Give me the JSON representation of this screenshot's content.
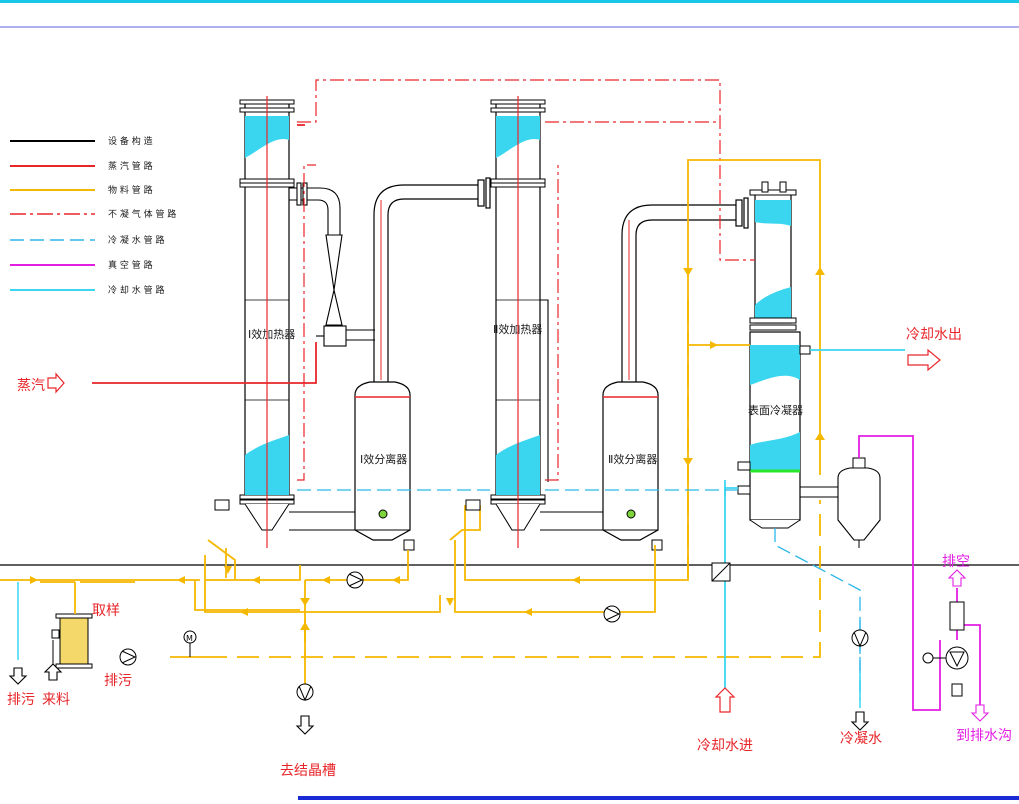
{
  "legend": [
    {
      "label": "设 备 构 造",
      "color": "#000000",
      "style": "solid"
    },
    {
      "label": "蒸 汽 管 路",
      "color": "#e8262a",
      "style": "solid"
    },
    {
      "label": "物 料 管 路",
      "color": "#f5b800",
      "style": "solid"
    },
    {
      "label": "不 凝 气 体 管 路",
      "color": "#e8262a",
      "style": "dashdot"
    },
    {
      "label": "冷 凝 水 管 路",
      "color": "#29b6e8",
      "style": "dashed"
    },
    {
      "label": "真 空 管 路",
      "color": "#e31ee3",
      "style": "solid"
    },
    {
      "label": "冷 却 水 管 路",
      "color": "#3ad6f0",
      "style": "solid"
    }
  ],
  "equipment": {
    "heater1": "Ⅰ效加热器",
    "separator1": "Ⅰ效分离器",
    "heater2": "Ⅱ效加热器",
    "separator2": "Ⅱ效分离器",
    "condenser": "表面冷凝器"
  },
  "labels": {
    "steam": "蒸汽",
    "sampling": "取样",
    "drain_left": "排污",
    "feed": "来料",
    "drain_mid": "排污",
    "to_crystallizer": "去结晶槽",
    "cooling_water_in": "冷却水进",
    "cooling_water_out": "冷却水出",
    "condensate": "冷凝水",
    "vent": "排空",
    "to_drain": "到排水沟",
    "gauge": "M"
  },
  "colors": {
    "equipment": "#000000",
    "steam": "#e8262a",
    "material": "#f5b800",
    "cooling": "#3ad6f0",
    "condensate": "#29b6e8",
    "vacuum": "#e31ee3",
    "frame_top": "#19c8e6",
    "frame_bottom": "#1a2bd6"
  }
}
